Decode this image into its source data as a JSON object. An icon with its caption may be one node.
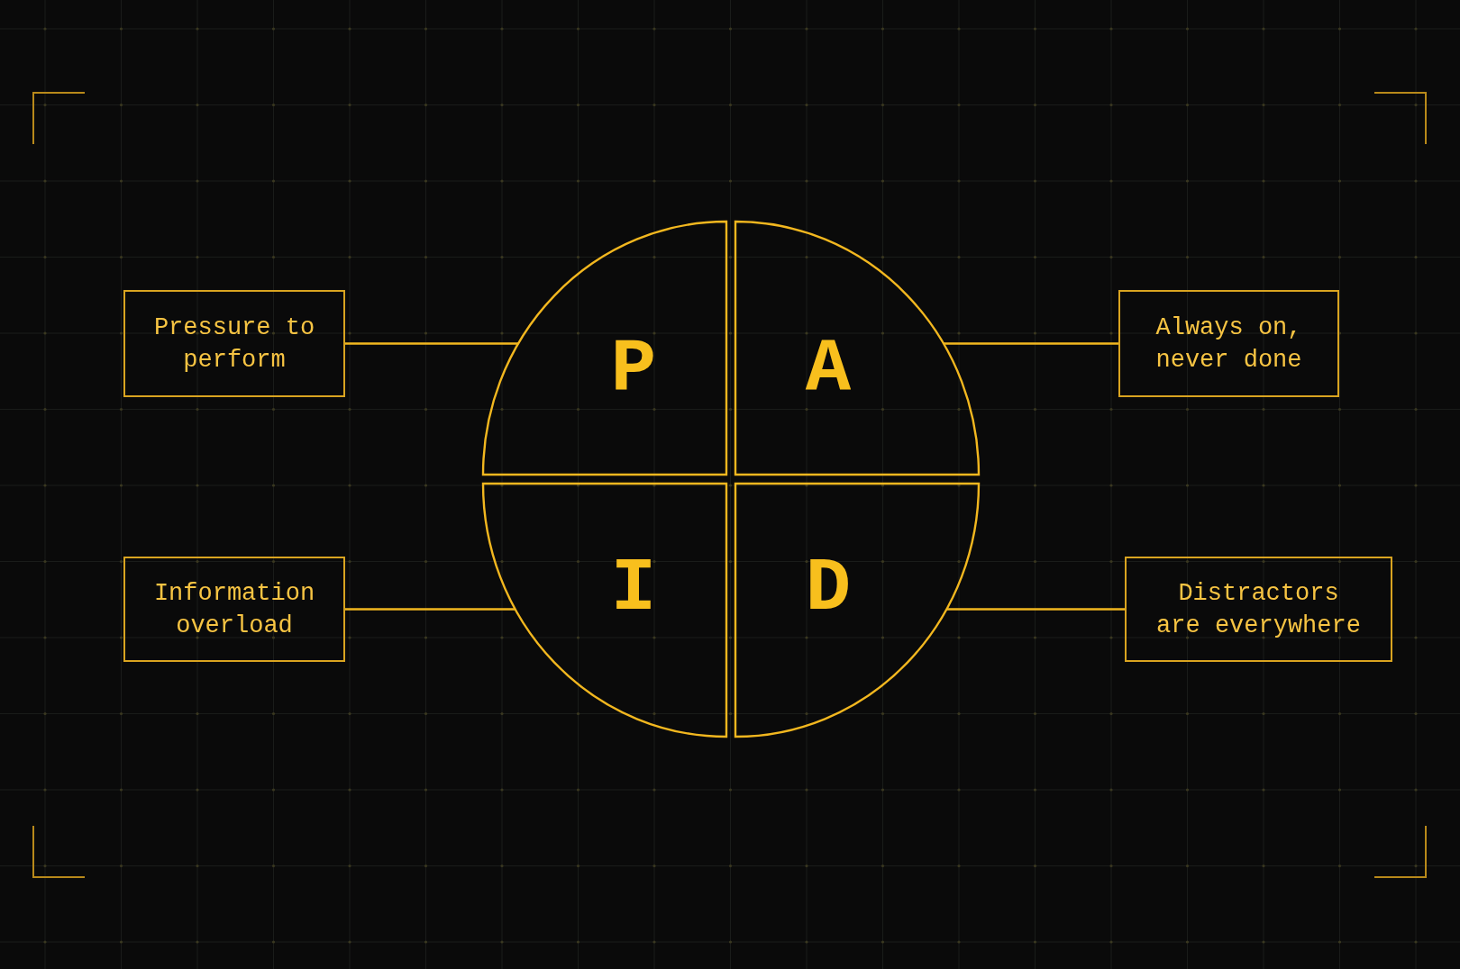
{
  "diagram": {
    "nodes": [
      {
        "text": [
          "Pressure to perform"
        ]
      },
      {
        "text": [
          "P"
        ]
      },
      {
        "text": [
          "A"
        ]
      },
      {
        "text": [
          "Always on, never done"
        ]
      },
      {
        "text": [
          "Information overload"
        ]
      },
      {
        "text": [
          "I"
        ]
      },
      {
        "text": [
          "D"
        ]
      },
      {
        "text": [
          "Distractors are everywhere"
        ]
      }
    ],
    "edges": [
      {
        "from": 0,
        "to": 1,
        "arrow": "none"
      },
      {
        "from": 3,
        "to": 2,
        "arrow": "none"
      },
      {
        "from": 4,
        "to": 5,
        "arrow": "none"
      },
      {
        "from": 7,
        "to": 6,
        "arrow": "none"
      }
    ]
  }
}
